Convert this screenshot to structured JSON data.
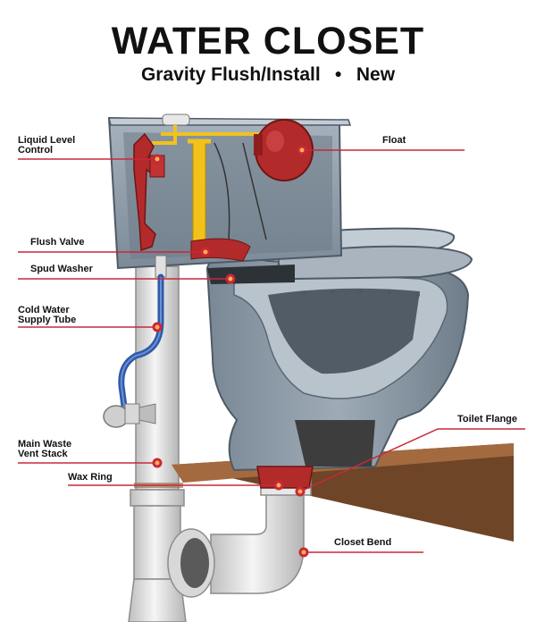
{
  "header": {
    "title": "WATER CLOSET",
    "subtitle_main": "Gravity Flush/Install",
    "subtitle_bullet": "●",
    "subtitle_status": "New"
  },
  "labels": {
    "liquid_level_control": "Liquid Level\nControl",
    "float": "Float",
    "flush_valve": "Flush Valve",
    "spud_washer": "Spud Washer",
    "cold_water_supply_tube": "Cold Water\nSupply Tube",
    "main_waste_vent_stack": "Main Waste\nVent Stack",
    "wax_ring": "Wax Ring",
    "toilet_flange": "Toilet Flange",
    "closet_bend": "Closet Bend"
  },
  "colors": {
    "leader_line": "#c8283a",
    "marker": "#c8283a",
    "porcelain": "#8e9ba7",
    "floor": "#8a5a36",
    "pipe": "#e4e4e4",
    "supply_tube": "#2f5aa8",
    "fill_valve": "#b32a2a",
    "flush_rod": "#f2c21b"
  }
}
